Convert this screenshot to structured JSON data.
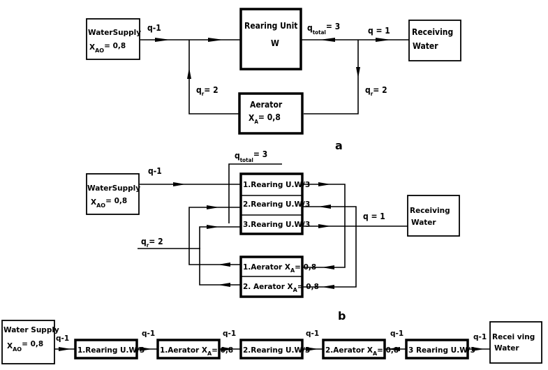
{
  "diagram_a": {
    "caption": "a",
    "water_supply": {
      "title": "WaterSupply",
      "x_label": "X",
      "x_sub": "AO",
      "x_value": "= 0,8"
    },
    "rearing_unit": {
      "title": "Rearing Unit",
      "sub": "W"
    },
    "receiving_water": {
      "line1": "Receiving",
      "line2": "Water"
    },
    "aerator": {
      "title": "Aerator",
      "x_label": "X",
      "x_sub": "A",
      "x_value": "= 0,8"
    },
    "flow_in": "q-1",
    "flow_total": {
      "label": "q",
      "sub": "total",
      "value": "= 3"
    },
    "flow_out": "q = 1",
    "recycle_right": {
      "label": "q",
      "sub": "r",
      "value": "= 2"
    },
    "recycle_left": {
      "label": "q",
      "sub": "r",
      "value": "= 2"
    }
  },
  "diagram_b": {
    "caption": "b",
    "water_supply": {
      "title": "WaterSupply",
      "x_label": "X",
      "x_sub": "AO",
      "x_value": "= 0,8"
    },
    "flow_in": "q-1",
    "flow_total": {
      "label": "q",
      "sub": "total",
      "value": "= 3"
    },
    "recycle": {
      "label": "q",
      "sub": "r",
      "value": "= 2"
    },
    "rearing_units": [
      "1.Rearing U.W/3",
      "2.Rearing U.W/3",
      "3.Rearing U.W/3"
    ],
    "aerators": [
      {
        "title": "1.Aerator X",
        "sub": "A",
        "value": "= 0,8"
      },
      {
        "title": "2. Aerator X",
        "sub": "A",
        "value": "= 0,8"
      }
    ],
    "flow_out": "q = 1",
    "receiving_water": {
      "line1": "Receiving",
      "line2": "Water"
    }
  },
  "diagram_c": {
    "water_supply": {
      "title": "Water Supply",
      "x_label": "X",
      "x_sub": "AO",
      "x_value": "= 0,8"
    },
    "stages": [
      {
        "title": "1.Rearing U.W/3"
      },
      {
        "title": "1.Aerator X",
        "sub": "A",
        "value": "= 0,8"
      },
      {
        "title": "2.Rearing U.W/3"
      },
      {
        "title": "2.Aerator X",
        "sub": "A",
        "value": "= 0,8"
      },
      {
        "title": "3 Rearing U.W/3"
      }
    ],
    "flows": [
      "q-1",
      "q-1",
      "q-1",
      "q-1",
      "q-1",
      "q-1"
    ],
    "receiving_water": {
      "line1": "Recei ving",
      "line2": "Water"
    }
  }
}
